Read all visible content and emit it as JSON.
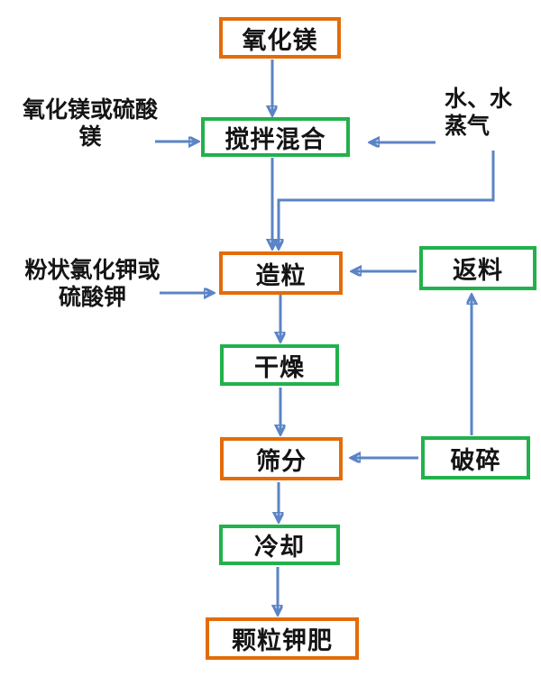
{
  "diagram": {
    "type": "flowchart",
    "language": "zh-CN",
    "colors": {
      "box_border_orange": "#E36C0A",
      "box_border_green": "#22B14C",
      "arrow_blue": "#5B84C6",
      "text": "#141414",
      "background": "#ffffff"
    },
    "boxes": [
      {
        "id": "oxide",
        "label": "氧化镁",
        "border": "orange"
      },
      {
        "id": "mix",
        "label": "搅拌混合",
        "border": "green"
      },
      {
        "id": "granulate",
        "label": "造粒",
        "border": "orange"
      },
      {
        "id": "return",
        "label": "返料",
        "border": "green"
      },
      {
        "id": "dry",
        "label": "干燥",
        "border": "green"
      },
      {
        "id": "sieve",
        "label": "筛分",
        "border": "orange"
      },
      {
        "id": "crush",
        "label": "破碎",
        "border": "green"
      },
      {
        "id": "cool",
        "label": "冷却",
        "border": "green"
      },
      {
        "id": "product",
        "label": "颗粒钾肥",
        "border": "orange"
      }
    ],
    "side_labels": [
      {
        "id": "mg-input",
        "text": "氧化镁或硫酸\n镁"
      },
      {
        "id": "water-input",
        "text": "水、水\n蒸气"
      },
      {
        "id": "k-input",
        "text": "粉状氯化钾或\n硫酸钾"
      }
    ],
    "edges": [
      {
        "from": "氧化镁",
        "to": "搅拌混合"
      },
      {
        "from": "氧化镁或硫酸镁",
        "to": "搅拌混合"
      },
      {
        "from": "水、水蒸气",
        "to": "搅拌混合"
      },
      {
        "from": "搅拌混合",
        "to": "造粒"
      },
      {
        "from": "水、水蒸气",
        "to": "造粒"
      },
      {
        "from": "粉状氯化钾或硫酸钾",
        "to": "造粒"
      },
      {
        "from": "返料",
        "to": "造粒"
      },
      {
        "from": "造粒",
        "to": "干燥"
      },
      {
        "from": "干燥",
        "to": "筛分"
      },
      {
        "from": "破碎",
        "to": "筛分"
      },
      {
        "from": "破碎",
        "to": "返料"
      },
      {
        "from": "筛分",
        "to": "冷却"
      },
      {
        "from": "冷却",
        "to": "颗粒钾肥"
      }
    ]
  }
}
